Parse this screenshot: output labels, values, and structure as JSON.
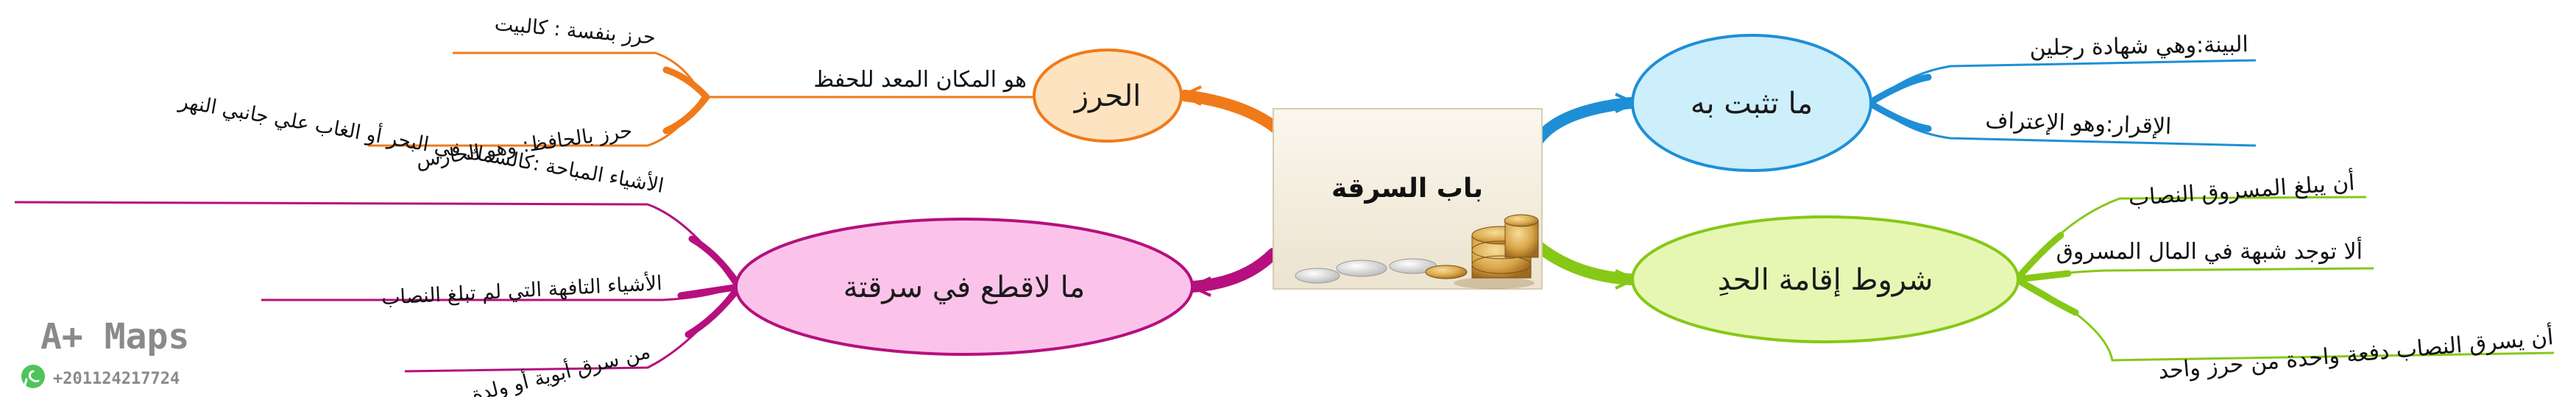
{
  "center": {
    "title": "باب السرقة"
  },
  "branches": {
    "proof": {
      "title": "ما تثبت به",
      "color": "#1e8fd6",
      "fill": "#cdeefb",
      "items": [
        {
          "text": "البينة:وهي شهادة رجلين"
        },
        {
          "text": "الإقرار:وهو الإعتراف"
        }
      ]
    },
    "conditions": {
      "title": "شروط إقامة الحدِ",
      "color": "#86c816",
      "fill": "#e6f7b3",
      "items": [
        {
          "text": "أن يبلغ المسروق النصاب"
        },
        {
          "text": "ألا توجد شبهة في المال المسروق"
        },
        {
          "text": "أن يسرق النصاب دفعة واحدة من حرز واحد"
        }
      ]
    },
    "hirz": {
      "title": "الحرز",
      "color": "#f07a1a",
      "fill": "#fde3bf",
      "definition": "هو المكان المعد للحفظ",
      "items": [
        {
          "text": "حرز بنفسة : كالبيت"
        },
        {
          "text": "حرز بالحافظ: وهو الحارس"
        }
      ]
    },
    "no_cut": {
      "title": "ما لاقطع في سرقتة",
      "color": "#b5107e",
      "fill": "#fbc3ea",
      "items": [
        {
          "text": "الأشياء المباحة :كالسمك في البحر أو الغاب علي جانبي النهر"
        },
        {
          "text": "الأشياء التافهة التي لم تبلغ النصاب"
        },
        {
          "text": "من سرق أبوية أو ولدة"
        }
      ]
    }
  },
  "brand": {
    "name": "A+ Maps",
    "phone": "+201124217724",
    "icon": "whatsapp-icon",
    "icon_color": "#4ec45a"
  }
}
